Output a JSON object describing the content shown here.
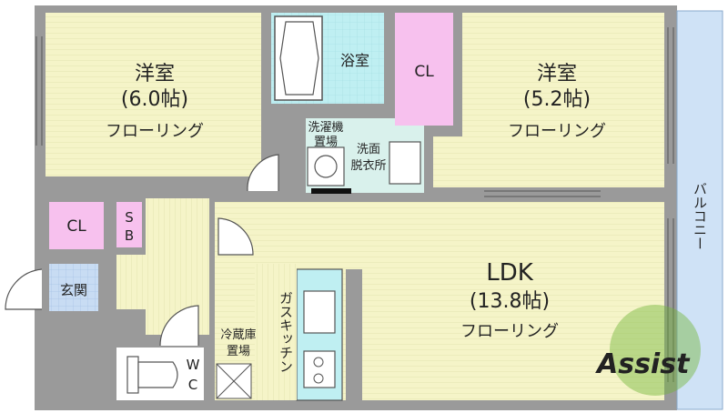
{
  "rooms": {
    "western_room_1": {
      "name": "洋室",
      "size": "(6.0帖)",
      "floor": "フローリング"
    },
    "western_room_2": {
      "name": "洋室",
      "size": "(5.2帖)",
      "floor": "フローリング"
    },
    "ldk": {
      "name": "LDK",
      "size": "(13.8帖)",
      "floor": "フローリング"
    },
    "bath": {
      "name": "浴室"
    },
    "closet_1": {
      "name": "CL"
    },
    "closet_2": {
      "name": "CL"
    },
    "shoe_box": {
      "line1": "S",
      "line2": "B"
    },
    "entrance": {
      "name": "玄関"
    },
    "toilet": {
      "line1": "W",
      "line2": "C"
    },
    "washer": {
      "line1": "洗濯機",
      "line2": "置場"
    },
    "washroom": {
      "line1": "洗面",
      "line2": "脱衣所"
    },
    "fridge": {
      "line1": "冷蔵庫",
      "line2": "置場"
    },
    "kitchen": {
      "name": "ガスキッチン"
    },
    "balcony": {
      "name": "バルコニー"
    }
  },
  "watermark": {
    "text": "Assist"
  },
  "colors": {
    "room_floor": "#f5f4c8",
    "wall": "#9a9a9a",
    "bath": "#bfeff2",
    "closet": "#f7c1ee",
    "entrance": "#c8dcf3",
    "balcony": "#cfe2f6",
    "washroom": "#d9f1ec",
    "watermark": "#74b63a"
  }
}
